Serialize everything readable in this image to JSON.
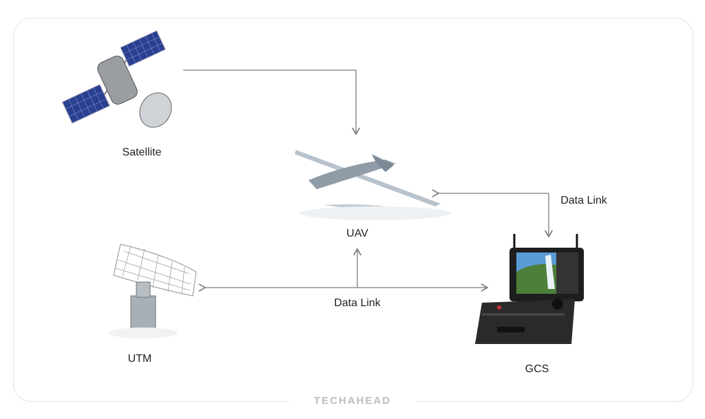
{
  "nodes": {
    "satellite": "Satellite",
    "uav": "UAV",
    "utm": "UTM",
    "gcs": "GCS"
  },
  "links": {
    "uav_gcs": "Data Link",
    "utm_gcs": "Data Link"
  },
  "brand": "TECHAHEAD",
  "colors": {
    "line": "#7a7a7a",
    "border": "#dde6ea",
    "brand": "#bdbdbd"
  }
}
